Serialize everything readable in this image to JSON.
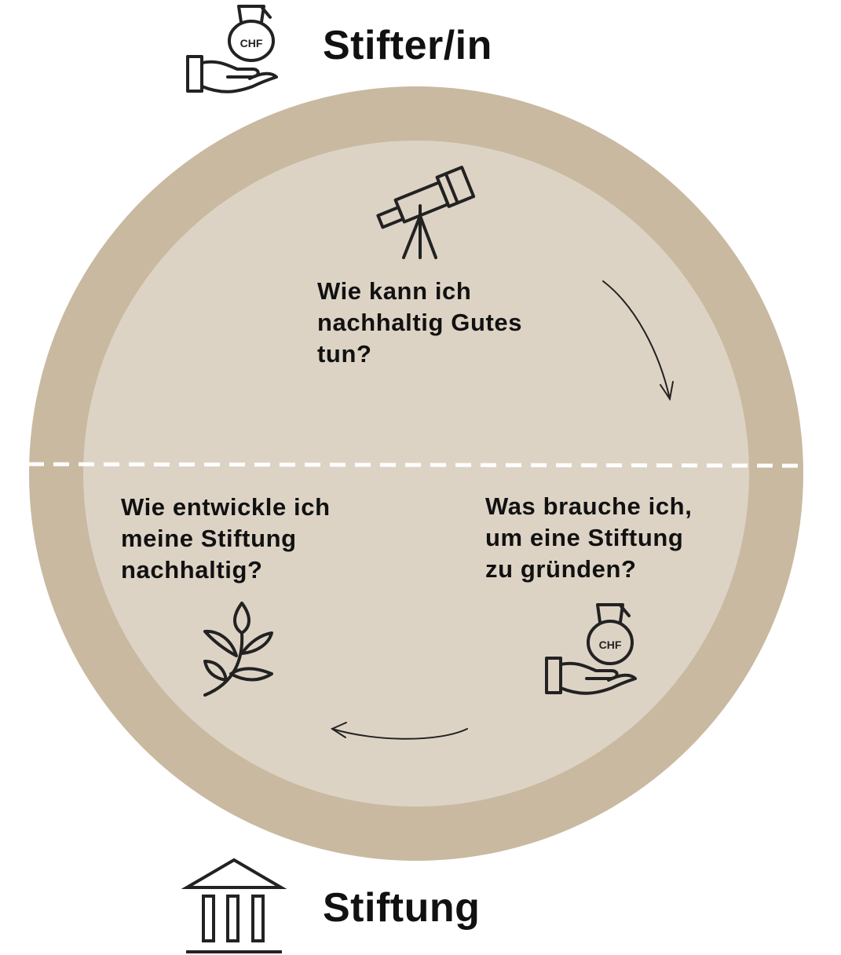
{
  "top_title": "Stifter/in",
  "bottom_title": "Stiftung",
  "questions": [
    {
      "lines": [
        "Wie kann ich",
        "nachhaltig Gutes",
        "tun?"
      ]
    },
    {
      "lines": [
        "Was brauche ich,",
        "um eine Stiftung",
        "zu gründen?"
      ]
    },
    {
      "lines": [
        "Wie entwickle ich",
        "meine Stiftung",
        "nachhaltig?"
      ]
    }
  ],
  "currency_label": "CHF",
  "icons": {
    "top": "hand-money-bag-icon",
    "telescope": "telescope-icon",
    "money": "hand-money-bag-icon",
    "plant": "plant-icon",
    "bottom": "building-icon"
  },
  "colors": {
    "outer_ring": "#c8b9a0",
    "inner_circle": "#ddd3c5",
    "divider": "#ffffff",
    "ink": "#111111"
  }
}
